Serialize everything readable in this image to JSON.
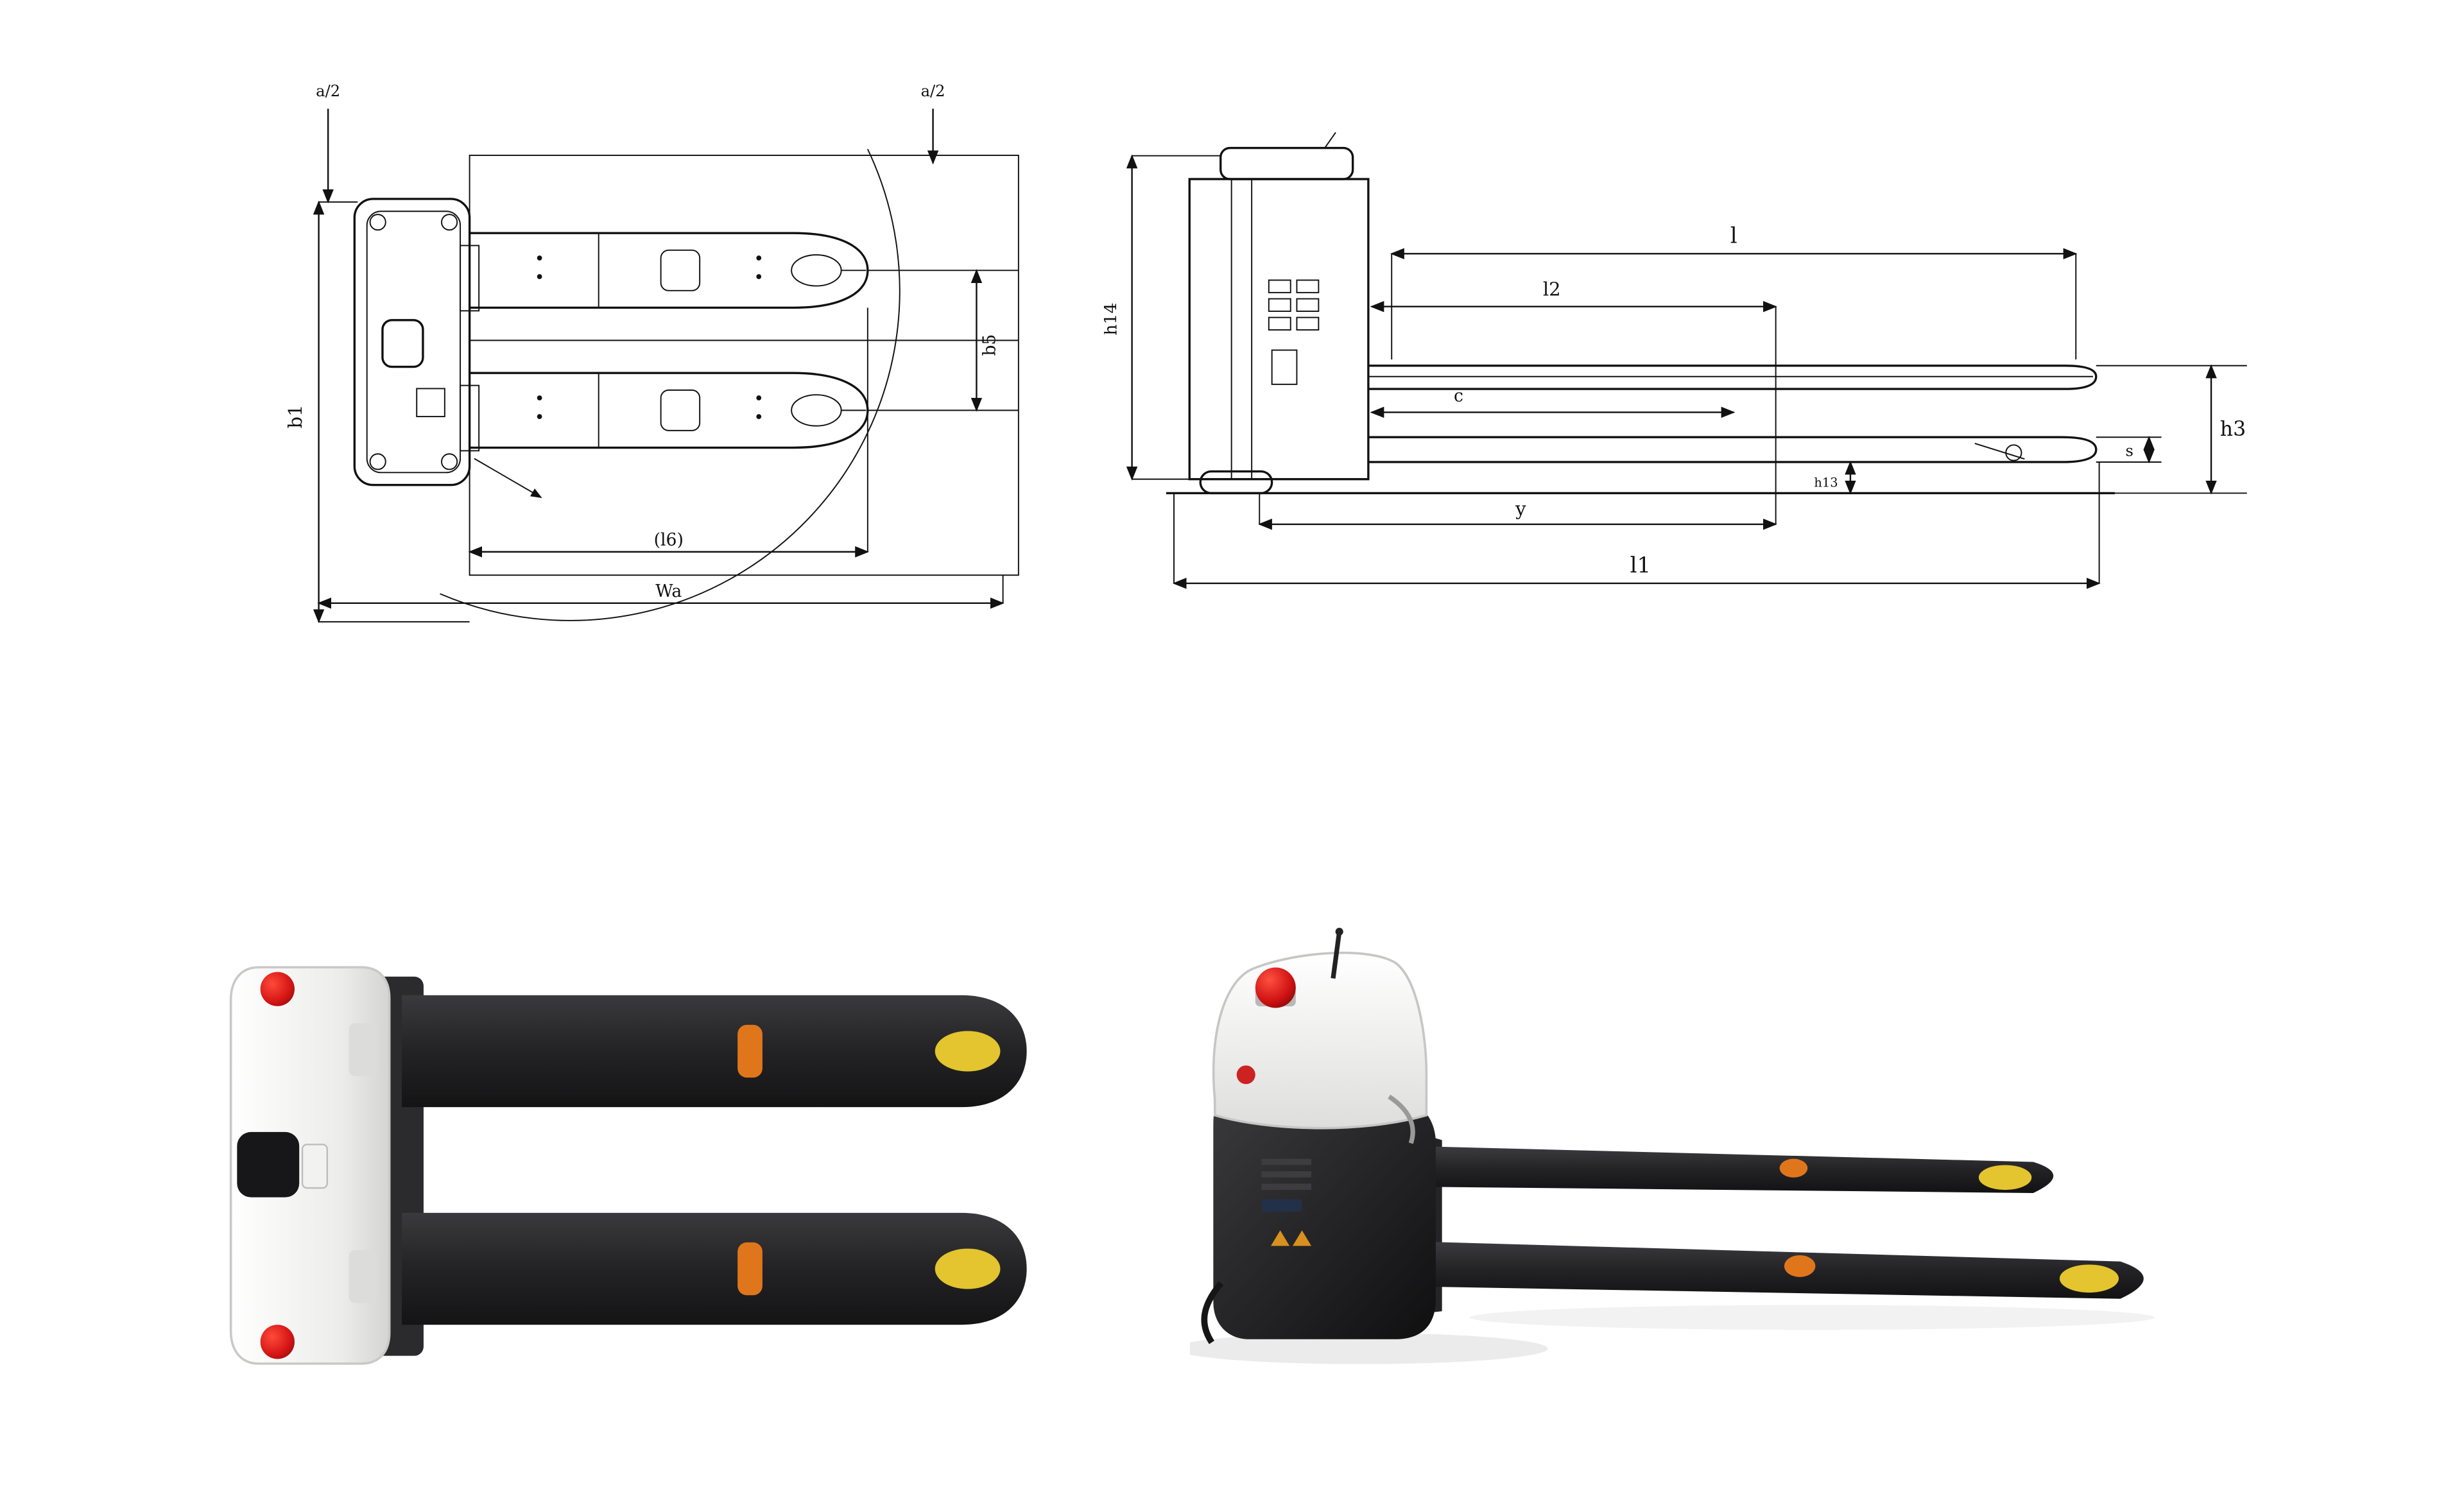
{
  "figure": {
    "kind": "pallet-truck-technical-drawing-and-render",
    "background": "#ffffff"
  },
  "top_view": {
    "dim_labels": {
      "a2_left": "a/2",
      "a2_right": "a/2",
      "b1": "b1",
      "b5": "b5",
      "l6": "(l6)",
      "wa": "Wa"
    }
  },
  "side_view": {
    "dim_labels": {
      "h14": "h14",
      "l": "l",
      "l2": "l2",
      "c": "c",
      "y": "y",
      "l1": "l1",
      "h3": "h3",
      "s": "s",
      "h13": "h13"
    }
  },
  "render_colors": {
    "body_white": "#f4f4f2",
    "fork_black": "#232325",
    "marker_orange": "#e0761c",
    "marker_yellow": "#e4c42f",
    "button_red": "#d41414"
  }
}
